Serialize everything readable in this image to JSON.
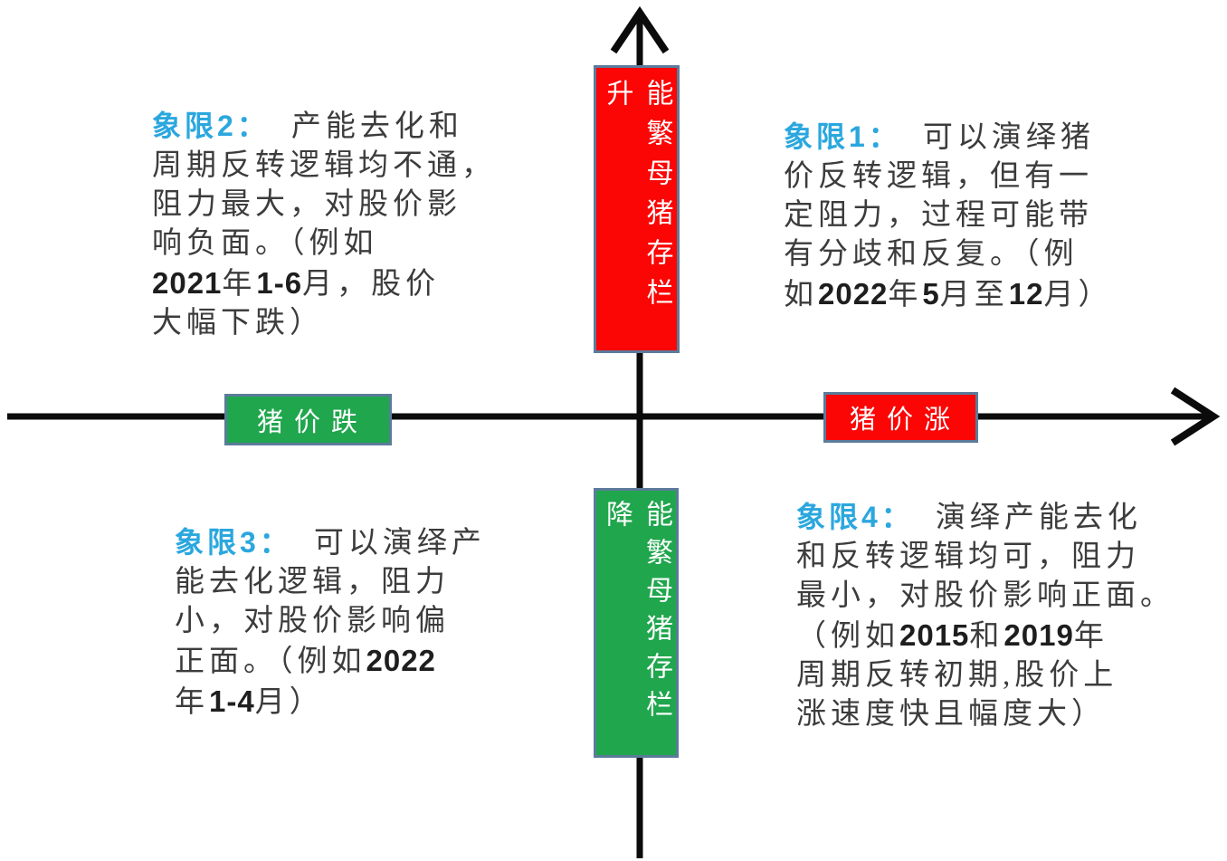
{
  "colors": {
    "red": "#fb0505",
    "green": "#20a64d",
    "border": "#5b7b9a",
    "blue": "#2ba7de",
    "text": "#3c3c3c",
    "axis": "#0b0b0b"
  },
  "axes": {
    "y_top_label": "能繁母猪存栏升",
    "y_bottom_label": "能繁母猪存栏降",
    "x_left_label": "猪价跌",
    "x_right_label": "猪价涨"
  },
  "quadrants": [
    {
      "name": "quadrant-1",
      "label": "象限1：",
      "lines": [
        "可以演绎猪",
        "价反转逻辑，但有一",
        "定阻力，过程可能带",
        "有分歧和反复。（例",
        "如2022年5月至12月）"
      ]
    },
    {
      "name": "quadrant-2",
      "label": "象限2：",
      "lines": [
        "产能去化和",
        "周期反转逻辑均不通，",
        "阻力最大，对股价影",
        "响负面。（例如",
        "2021年1-6月，股价",
        "大幅下跌）"
      ]
    },
    {
      "name": "quadrant-3",
      "label": "象限3：",
      "lines": [
        "可以演绎产",
        "能去化逻辑，阻力",
        "小，对股价影响偏",
        "正面。（例如2022",
        "年1-4月）"
      ]
    },
    {
      "name": "quadrant-4",
      "label": "象限4：",
      "lines": [
        "演绎产能去化",
        "和反转逻辑均可，阻力",
        "最小，对股价影响正面。",
        "（例如2015和2019年",
        "周期反转初期,股价上",
        "涨速度快且幅度大）"
      ]
    }
  ]
}
